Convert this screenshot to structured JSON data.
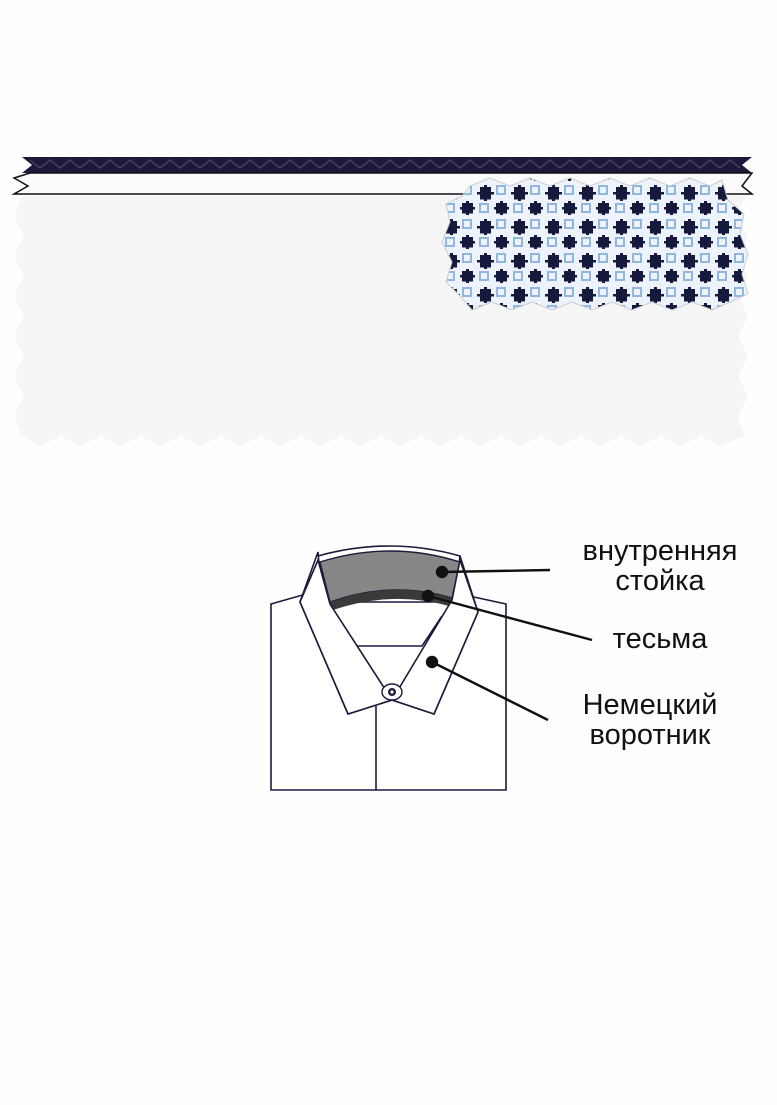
{
  "labels": {
    "inner_stand": {
      "line1": "внутренняя",
      "line2": "стойка"
    },
    "tape": "тесьма",
    "german_collar": {
      "line1": "Немецкий",
      "line2": "воротник"
    }
  },
  "colors": {
    "background": "#fefefe",
    "fabric_white": "#f6f6f6",
    "outline": "#1c1a3a",
    "stand_fill": "#878787",
    "tape_fill": "#4a4a4a",
    "pattern_dark": "#151a3c",
    "pattern_light_blue": "#8fb7e0",
    "pattern_base": "#eef3fb"
  }
}
